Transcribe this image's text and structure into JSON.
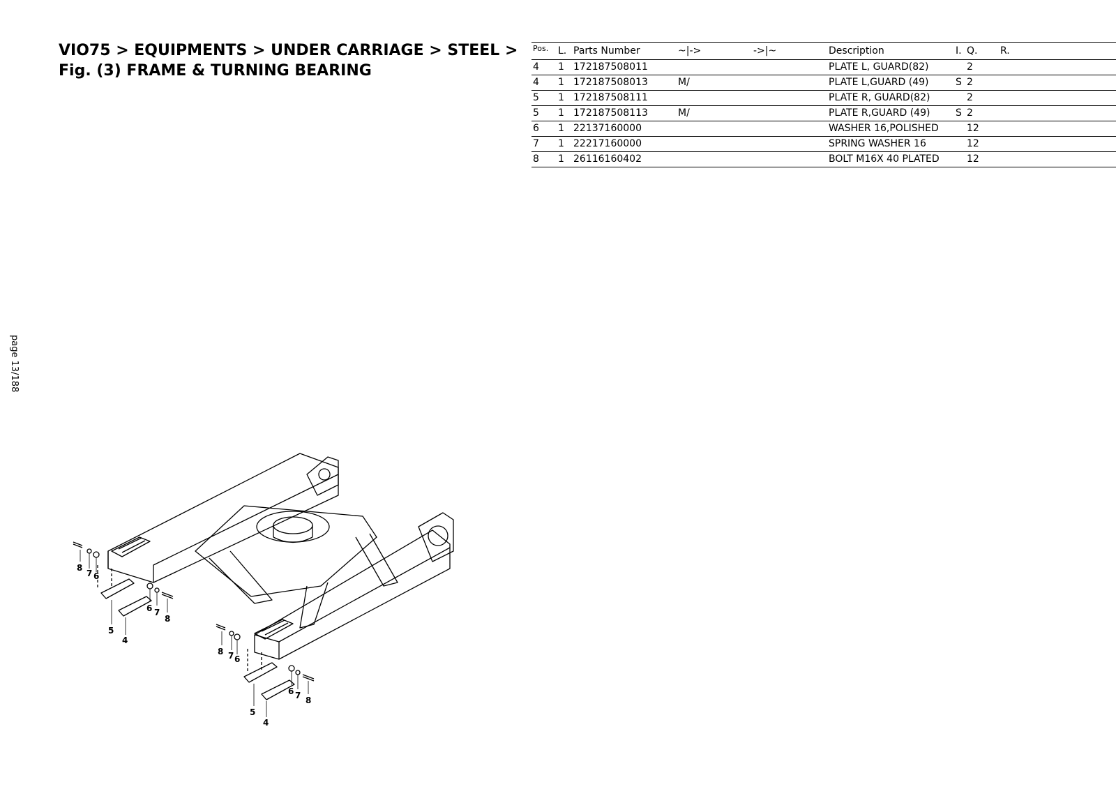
{
  "header": {
    "breadcrumb_line1": "VIO75 > EQUIPMENTS > UNDER CARRIAGE > STEEL >",
    "breadcrumb_line2": "Fig. (3)  FRAME & TURNING BEARING"
  },
  "page_number": "page 13/188",
  "table": {
    "columns": [
      "Pos.",
      "L.",
      "Parts Number",
      "~|->",
      "->|~",
      "Description",
      "I.",
      "Q.",
      "R."
    ],
    "rows": [
      {
        "pos": "4",
        "l": "1",
        "part": "172187508011",
        "from": "",
        "to": "",
        "desc": "PLATE L, GUARD(82)",
        "i": "",
        "q": "2",
        "r": ""
      },
      {
        "pos": "4",
        "l": "1",
        "part": "172187508013",
        "from": "M/",
        "to": "",
        "desc": "PLATE L,GUARD  (49)",
        "i": "S",
        "q": "2",
        "r": ""
      },
      {
        "pos": "5",
        "l": "1",
        "part": "172187508111",
        "from": "",
        "to": "",
        "desc": "PLATE R, GUARD(82)",
        "i": "",
        "q": "2",
        "r": ""
      },
      {
        "pos": "5",
        "l": "1",
        "part": "172187508113",
        "from": "M/",
        "to": "",
        "desc": "PLATE R,GUARD  (49)",
        "i": "S",
        "q": "2",
        "r": ""
      },
      {
        "pos": "6",
        "l": "1",
        "part": "22137160000",
        "from": "",
        "to": "",
        "desc": "WASHER 16,POLISHED",
        "i": "",
        "q": "12",
        "r": ""
      },
      {
        "pos": "7",
        "l": "1",
        "part": "22217160000",
        "from": "",
        "to": "",
        "desc": "SPRING WASHER 16",
        "i": "",
        "q": "12",
        "r": ""
      },
      {
        "pos": "8",
        "l": "1",
        "part": "26116160402",
        "from": "",
        "to": "",
        "desc": "BOLT M16X 40 PLATED",
        "i": "",
        "q": "12",
        "r": ""
      }
    ]
  },
  "drawing": {
    "callouts_left": [
      "8",
      "7",
      "6",
      "6",
      "7",
      "8",
      "5",
      "4"
    ],
    "callouts_right": [
      "8",
      "7",
      "6",
      "6",
      "7",
      "8",
      "5",
      "4"
    ]
  }
}
